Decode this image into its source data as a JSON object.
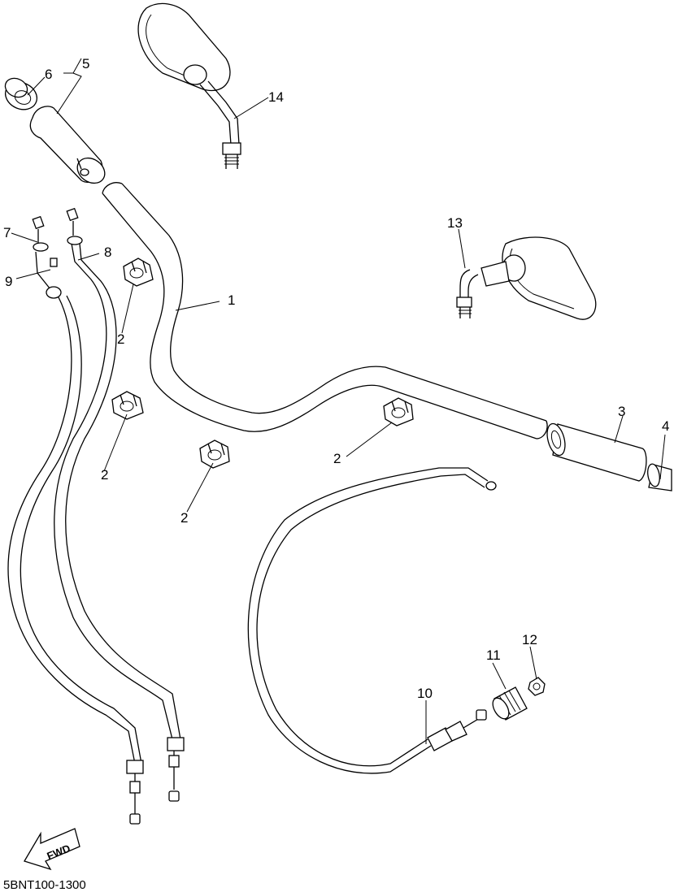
{
  "diagram": {
    "drawing_code": "5BNT100-1300",
    "direction_label": "FWD",
    "callouts": {
      "handlebar": "1",
      "holder_a": "2",
      "holder_b": "2",
      "holder_c": "2",
      "holder_d": "2",
      "grip_right": "3",
      "grip_end_right": "4",
      "grip_assy_left": "5",
      "grip_end_left": "6",
      "joint_7": "7",
      "cable_8": "8",
      "cable_9": "9",
      "cable_10": "10",
      "adjuster_11": "11",
      "nut_12": "12",
      "mirror_right": "13",
      "mirror_left": "14"
    }
  }
}
